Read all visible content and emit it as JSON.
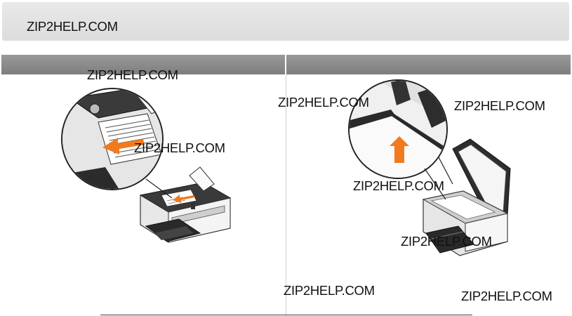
{
  "watermark": {
    "text": "ZIP2HELP.COM"
  },
  "columns": [
    {
      "name": "adf",
      "header": ""
    },
    {
      "name": "scanner-glass",
      "header": ""
    }
  ],
  "colors": {
    "header_gray": "#8a8a8a",
    "banner_gray": "#e3e3e3",
    "arrow_orange": "#f07a1e"
  },
  "illustrations": {
    "left": "printer-adf-loading-illustration",
    "right": "printer-glass-loading-illustration"
  }
}
